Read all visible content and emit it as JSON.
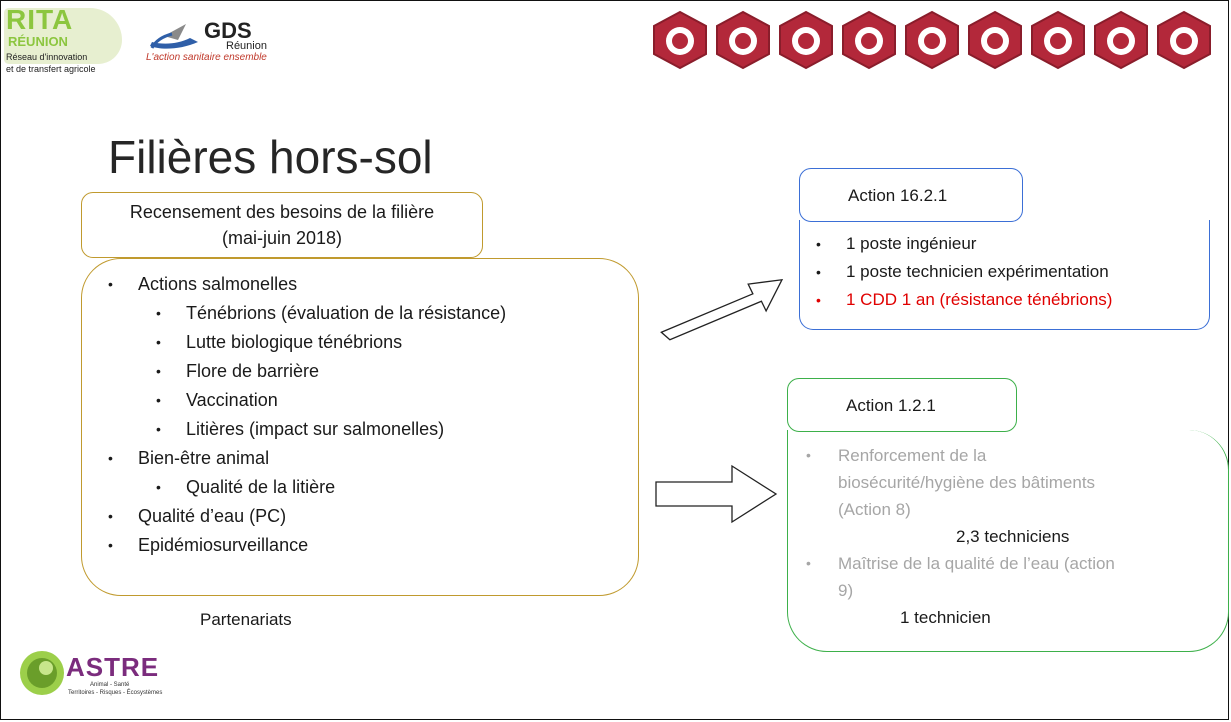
{
  "logos": {
    "rita_word": "RITA",
    "rita_region": "RÉUNION",
    "rita_line1": "Réseau d'innovation",
    "rita_line2": "et de transfert agricole",
    "gds_title": "GDS",
    "gds_region": "Réunion",
    "gds_tagline": "L'action sanitaire ensemble",
    "astre_word": "ASTRE",
    "astre_sub1": "Animal - Santé",
    "astre_sub2": "Territoires - Risques - Écosystèmes"
  },
  "animal_icons": [
    "cow-icon",
    "goat-icon",
    "pig-icon",
    "rabbit-icon",
    "sheep-icon",
    "chicken-icon",
    "horse-icon",
    "bee-icon",
    "deer-icon"
  ],
  "colors": {
    "hex_fill": "#b3283a",
    "hex_inner": "#ffffff",
    "gold": "#c09a2e",
    "blue": "#3b6fd6",
    "green": "#3db04a",
    "red": "#e00000"
  },
  "title": "Filières hors-sol",
  "needs": {
    "heading_line1": "Recensement des besoins de la filière",
    "heading_line2": "(mai-juin 2018)",
    "items": [
      {
        "level": 1,
        "text": "Actions salmonelles"
      },
      {
        "level": 2,
        "text": "Ténébrions (évaluation de la résistance)"
      },
      {
        "level": 2,
        "text": "Lutte biologique ténébrions"
      },
      {
        "level": 2,
        "text": "Flore de barrière"
      },
      {
        "level": 2,
        "text": "Vaccination"
      },
      {
        "level": 2,
        "text": "Litières (impact sur salmonelles)"
      },
      {
        "level": 1,
        "text": "Bien-être animal"
      },
      {
        "level": 2,
        "text": "Qualité de la litière"
      },
      {
        "level": 1,
        "text": "Qualité d’eau (PC)"
      },
      {
        "level": 1,
        "text": "Epidémiosurveillance"
      }
    ],
    "partenariats": "Partenariats"
  },
  "action_16": {
    "heading": "Action 16.2.1",
    "items": [
      {
        "text": "1 poste ingénieur",
        "red": false
      },
      {
        "text": "1 poste technicien expérimentation",
        "red": false
      },
      {
        "text": "1 CDD 1 an (résistance ténébrions)",
        "red": true
      }
    ]
  },
  "action_1": {
    "heading": "Action 1.2.1",
    "item1_lines": [
      "Renforcement de la",
      "biosécurité/hygiène des bâtiments",
      "(Action 8)"
    ],
    "item1_count": "2,3 techniciens",
    "item2_lines": [
      "Maîtrise de la qualité de l’eau (action",
      "9)"
    ],
    "item2_count": "1 technicien"
  },
  "bullet": "•"
}
